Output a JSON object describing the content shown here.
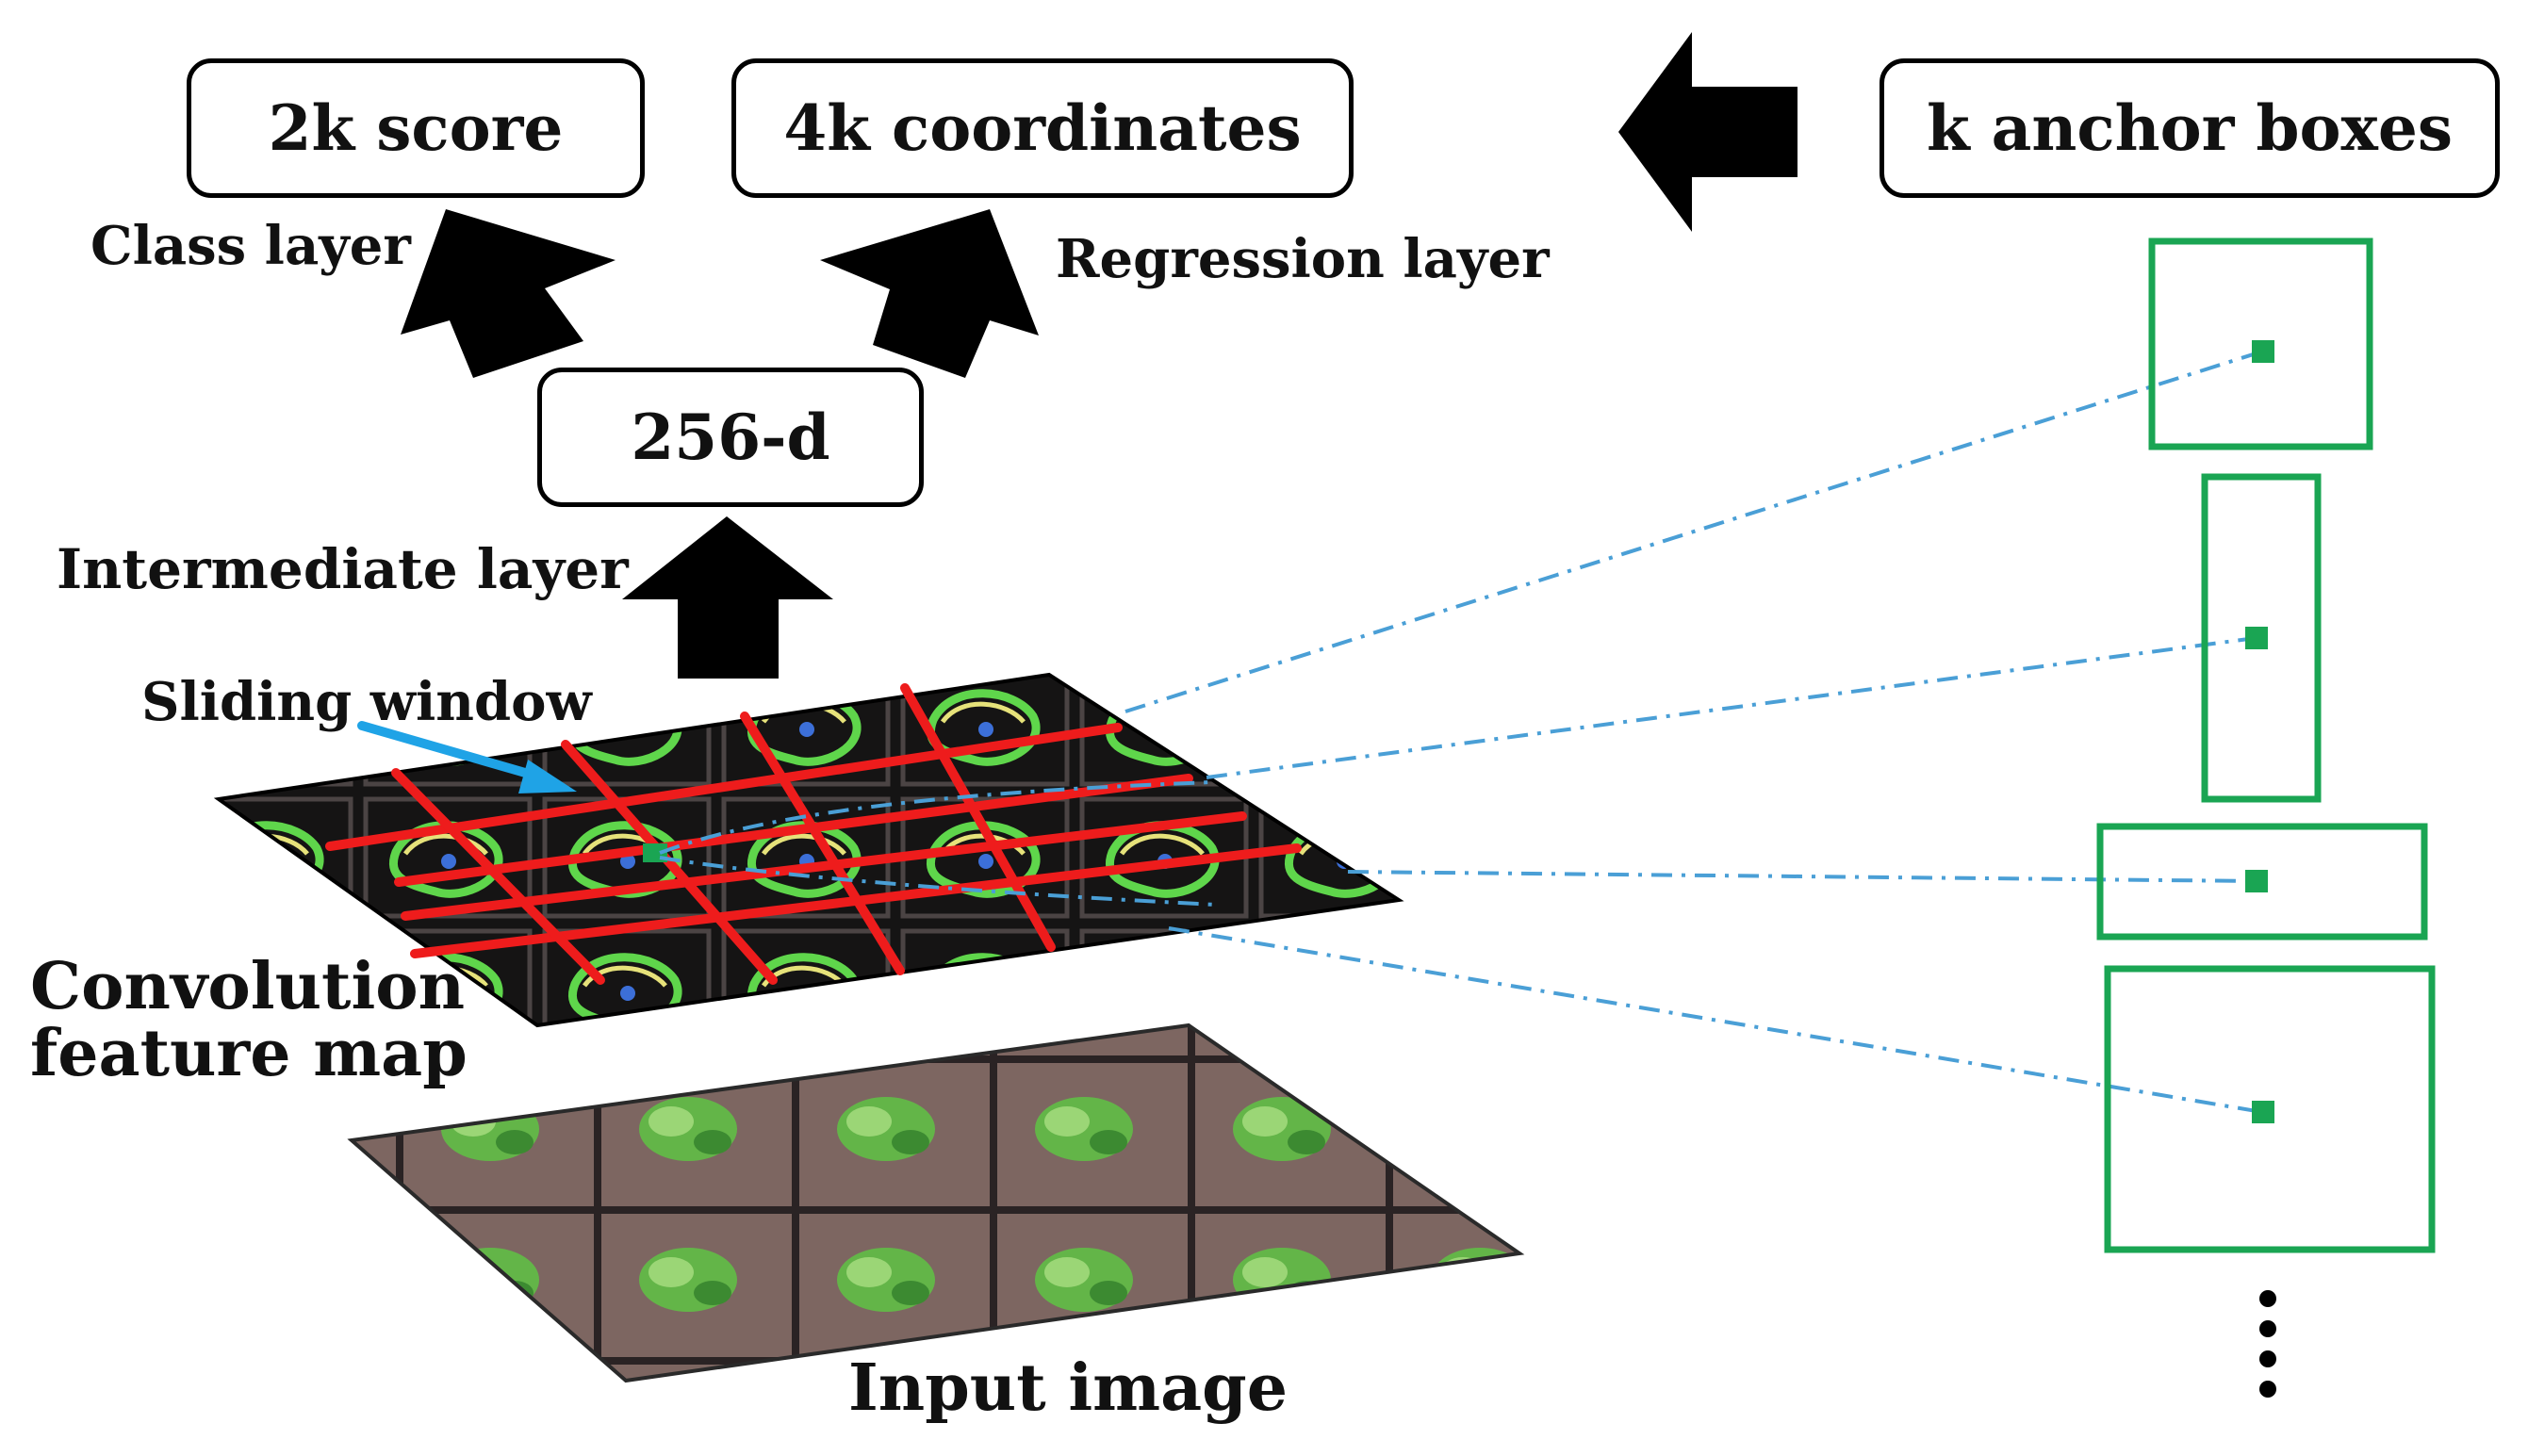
{
  "boxes": {
    "score": "2k score",
    "coordinates": "4k coordinates",
    "anchors": "k anchor boxes",
    "intermediate": "256-d"
  },
  "labels": {
    "class_layer": "Class layer",
    "regression_layer": "Regression layer",
    "intermediate_layer": "Intermediate layer",
    "sliding_window": "Sliding window",
    "conv_line1": "Convolution",
    "conv_line2": "feature map",
    "input_image": "Input image"
  },
  "colors": {
    "anchor_green": "#1aa553",
    "grid_red": "#ee1c1c",
    "dashed_blue": "#4a9fd6",
    "pointer_blue": "#1fa3e6",
    "arrow": "#000000"
  },
  "icons": {
    "more": "vertical-ellipsis-icon"
  }
}
